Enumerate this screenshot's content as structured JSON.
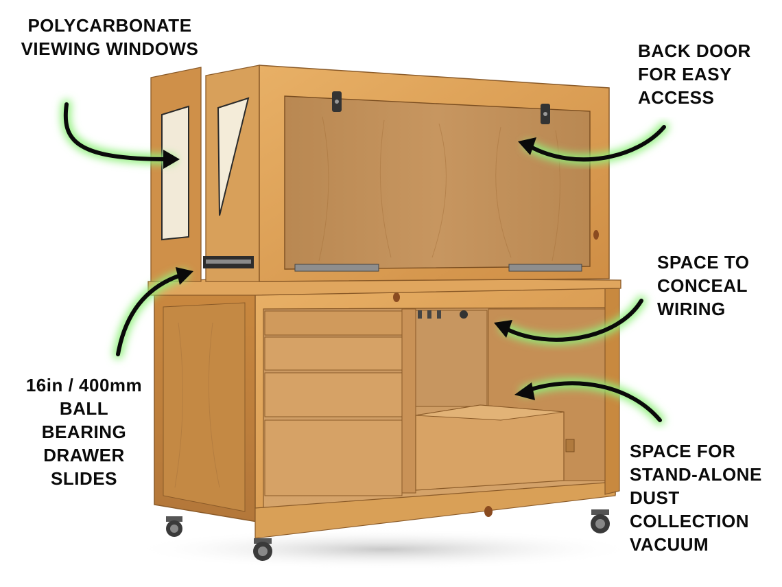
{
  "labels": {
    "polycarbonate": [
      "POLYCARBONATE",
      "VIEWING WINDOWS"
    ],
    "back_door": [
      "BACK DOOR",
      "FOR EASY",
      "ACCESS"
    ],
    "wiring": [
      "SPACE TO",
      "CONCEAL",
      "WIRING"
    ],
    "drawer_slides": [
      "16in / 400mm",
      "BALL",
      "BEARING",
      "DRAWER",
      "SLIDES"
    ],
    "dust_collection": [
      "SPACE FOR",
      "STAND-ALONE",
      "DUST",
      "COLLECTION",
      "VACUUM"
    ]
  },
  "colors": {
    "wood_light": "#e3a85a",
    "wood_mid": "#d2914a",
    "wood_dark": "#b77a3c",
    "arrow": "#0a0a0a",
    "glow": "#8ff07a",
    "background": "#ffffff"
  }
}
